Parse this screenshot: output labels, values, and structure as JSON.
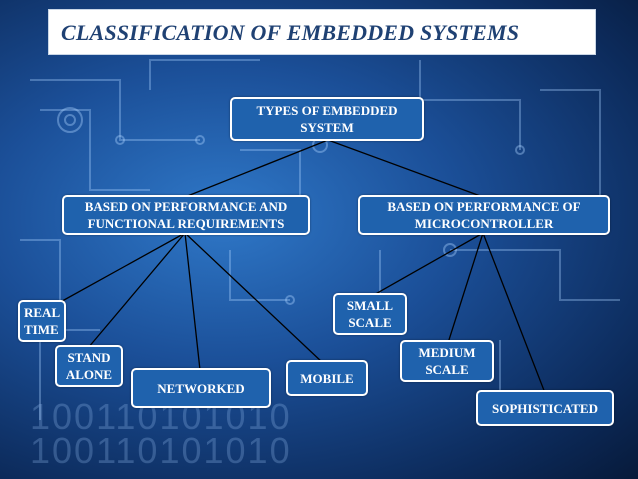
{
  "title": "CLASSIFICATION OF EMBEDDED SYSTEMS",
  "diagram": {
    "root": "TYPES OF EMBEDDED SYSTEM",
    "branches": [
      {
        "label": "BASED ON PERFORMANCE AND FUNCTIONAL REQUIREMENTS",
        "children": [
          "REAL TIME",
          "STAND ALONE",
          "NETWORKED",
          "MOBILE"
        ]
      },
      {
        "label": "BASED ON PERFORMANCE OF MICROCONTROLLER",
        "children": [
          "SMALL SCALE",
          "MEDIUM SCALE",
          "SOPHISTICATED"
        ]
      }
    ]
  },
  "colors": {
    "node_fill": "#1f62ad",
    "node_border": "#ffffff",
    "title_text": "#1f4173",
    "connector": "#000000"
  }
}
